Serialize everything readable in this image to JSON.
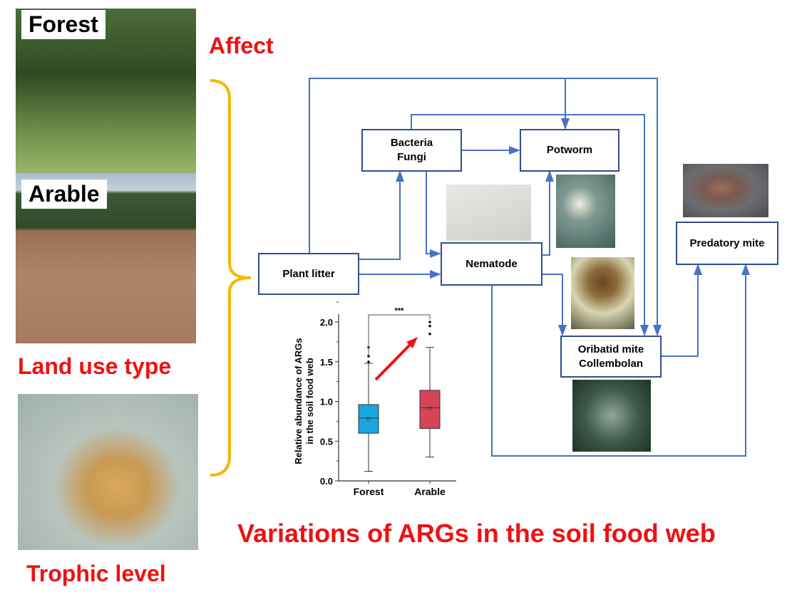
{
  "labels": {
    "forest": "Forest",
    "arable": "Arable",
    "affect": "Affect",
    "land_use_type": "Land use type",
    "trophic_level": "Trophic level",
    "title": "Variations of ARGs in the soil food web"
  },
  "nodes": {
    "bacteria_fungi": [
      "Bacteria",
      "Fungi"
    ],
    "potworm": "Potworm",
    "plant_litter": "Plant litter",
    "nematode": "Nematode",
    "predatory_mite": "Predatory mite",
    "oribatid_collembolan": [
      "Oribatid mite",
      "Collembolan"
    ]
  },
  "colors": {
    "accent_red": "#ee1111",
    "link_blue": "#4a72c4",
    "bracket": "#f5b800",
    "forest_box": "#1aa7e0",
    "arable_box": "#d64556"
  },
  "chart_data": {
    "type": "box",
    "ylabel": [
      "Relative abundance of ARGs",
      "in the soil food web"
    ],
    "ylim": [
      0,
      2.1
    ],
    "yticks": [
      "0.0",
      "0.5",
      "1.0",
      "1.5",
      "2.0"
    ],
    "significance": "***",
    "categories": [
      "Forest",
      "Arable"
    ],
    "series": [
      {
        "name": "Forest",
        "min": 0.12,
        "q1": 0.6,
        "median": 0.79,
        "q3": 0.96,
        "max": 1.48,
        "mean": 0.78,
        "outliers": [
          1.5,
          1.57,
          1.68
        ]
      },
      {
        "name": "Arable",
        "min": 0.3,
        "q1": 0.66,
        "median": 0.92,
        "q3": 1.14,
        "max": 1.68,
        "mean": 0.91,
        "outliers": [
          1.85,
          1.95,
          2.0
        ]
      }
    ]
  }
}
